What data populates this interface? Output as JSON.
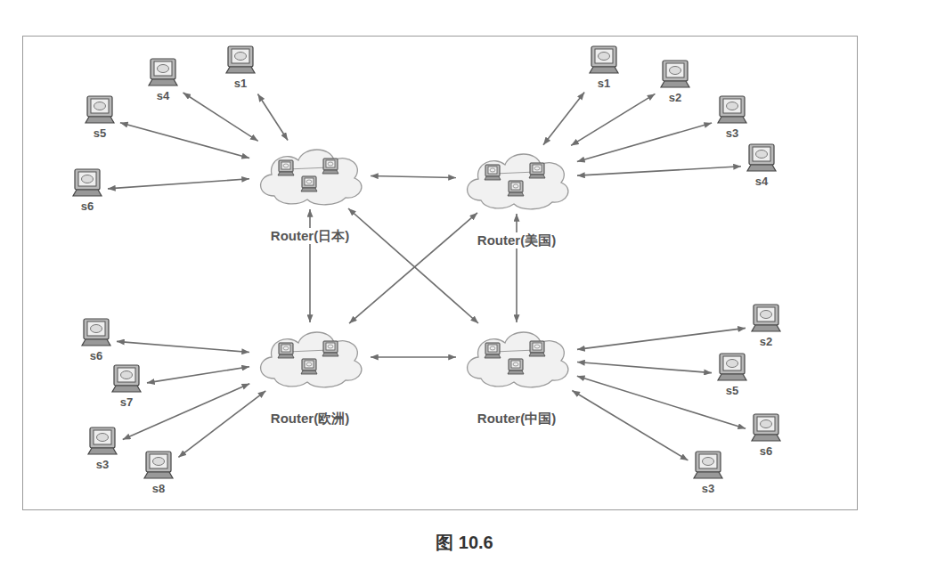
{
  "diagram": {
    "caption": "图 10.6",
    "nodes": [
      {
        "text": [
          "s4"
        ]
      },
      {
        "text": [
          "s1"
        ]
      },
      {
        "text": [
          "s5"
        ]
      },
      {
        "text": [
          "s6"
        ]
      },
      {
        "text": [
          "Router(日本)"
        ]
      },
      {
        "text": [
          "Router(美国)"
        ]
      },
      {
        "text": [
          "s1"
        ]
      },
      {
        "text": [
          "s2"
        ]
      },
      {
        "text": [
          "s3"
        ]
      },
      {
        "text": [
          "s4"
        ]
      },
      {
        "text": [
          "s6"
        ]
      },
      {
        "text": [
          "s7"
        ]
      },
      {
        "text": [
          "s3"
        ]
      },
      {
        "text": [
          "s8"
        ]
      },
      {
        "text": [
          "Router(欧洲)"
        ]
      },
      {
        "text": [
          "Router(中国)"
        ]
      },
      {
        "text": [
          "s2"
        ]
      },
      {
        "text": [
          "s5"
        ]
      },
      {
        "text": [
          "s6"
        ]
      },
      {
        "text": [
          "s3"
        ]
      }
    ],
    "edges": [
      {
        "from": 0,
        "to": 4,
        "arrow": "both"
      },
      {
        "from": 1,
        "to": 4,
        "arrow": "both"
      },
      {
        "from": 2,
        "to": 4,
        "arrow": "both"
      },
      {
        "from": 3,
        "to": 4,
        "arrow": "both"
      },
      {
        "from": 6,
        "to": 5,
        "arrow": "both"
      },
      {
        "from": 7,
        "to": 5,
        "arrow": "both"
      },
      {
        "from": 8,
        "to": 5,
        "arrow": "both"
      },
      {
        "from": 9,
        "to": 5,
        "arrow": "both"
      },
      {
        "from": 10,
        "to": 14,
        "arrow": "both"
      },
      {
        "from": 11,
        "to": 14,
        "arrow": "both"
      },
      {
        "from": 12,
        "to": 14,
        "arrow": "both"
      },
      {
        "from": 13,
        "to": 14,
        "arrow": "both"
      },
      {
        "from": 16,
        "to": 15,
        "arrow": "both"
      },
      {
        "from": 17,
        "to": 15,
        "arrow": "both"
      },
      {
        "from": 18,
        "to": 15,
        "arrow": "both"
      },
      {
        "from": 19,
        "to": 15,
        "arrow": "both"
      },
      {
        "from": 4,
        "to": 5,
        "arrow": "both"
      },
      {
        "from": 4,
        "to": 14,
        "arrow": "both"
      },
      {
        "from": 4,
        "to": 15,
        "arrow": "both"
      },
      {
        "from": 5,
        "to": 14,
        "arrow": "both"
      },
      {
        "from": 5,
        "to": 15,
        "arrow": "both"
      },
      {
        "from": 14,
        "to": 15,
        "arrow": "both"
      }
    ]
  }
}
